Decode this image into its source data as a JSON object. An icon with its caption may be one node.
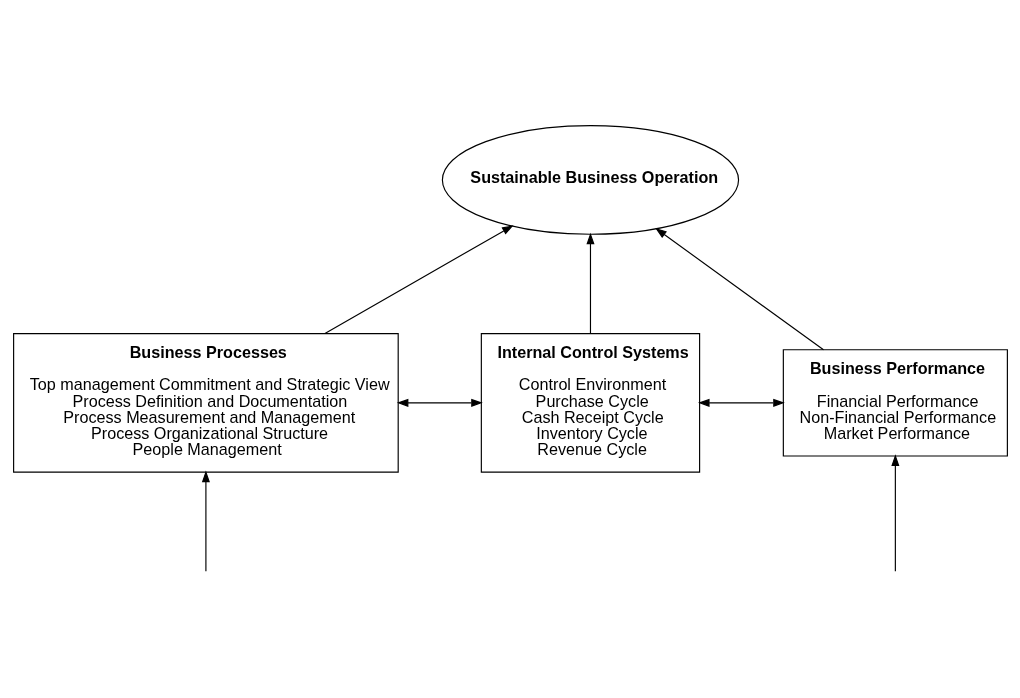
{
  "diagram": {
    "nodes": [
      {
        "text": [
          "Sustainable Business Operation"
        ]
      },
      {
        "text": [
          "Business Processes",
          "Top management Commitment and Strategic View",
          "Process Definition and Documentation",
          "Process Measurement and Management",
          "Process Organizational Structure",
          "People Management"
        ]
      },
      {
        "text": [
          "Internal Control Systems",
          "Control Environment",
          "Purchase Cycle",
          "Cash Receipt Cycle",
          "Inventory Cycle",
          "Revenue Cycle"
        ]
      },
      {
        "text": [
          "Business Performance",
          "Financial Performance",
          "Non-Financial Performance",
          "Market Performance"
        ]
      }
    ],
    "edges": [
      {
        "from": 1,
        "to": 0,
        "arrow": "to"
      },
      {
        "from": 2,
        "to": 0,
        "arrow": "to"
      },
      {
        "from": 3,
        "to": 0,
        "arrow": "to"
      },
      {
        "from": 1,
        "to": 2,
        "arrow": "both"
      },
      {
        "from": 2,
        "to": 3,
        "arrow": "both"
      },
      {
        "from": null,
        "to": 1,
        "arrow": "to"
      },
      {
        "from": null,
        "to": 3,
        "arrow": "to"
      }
    ]
  }
}
